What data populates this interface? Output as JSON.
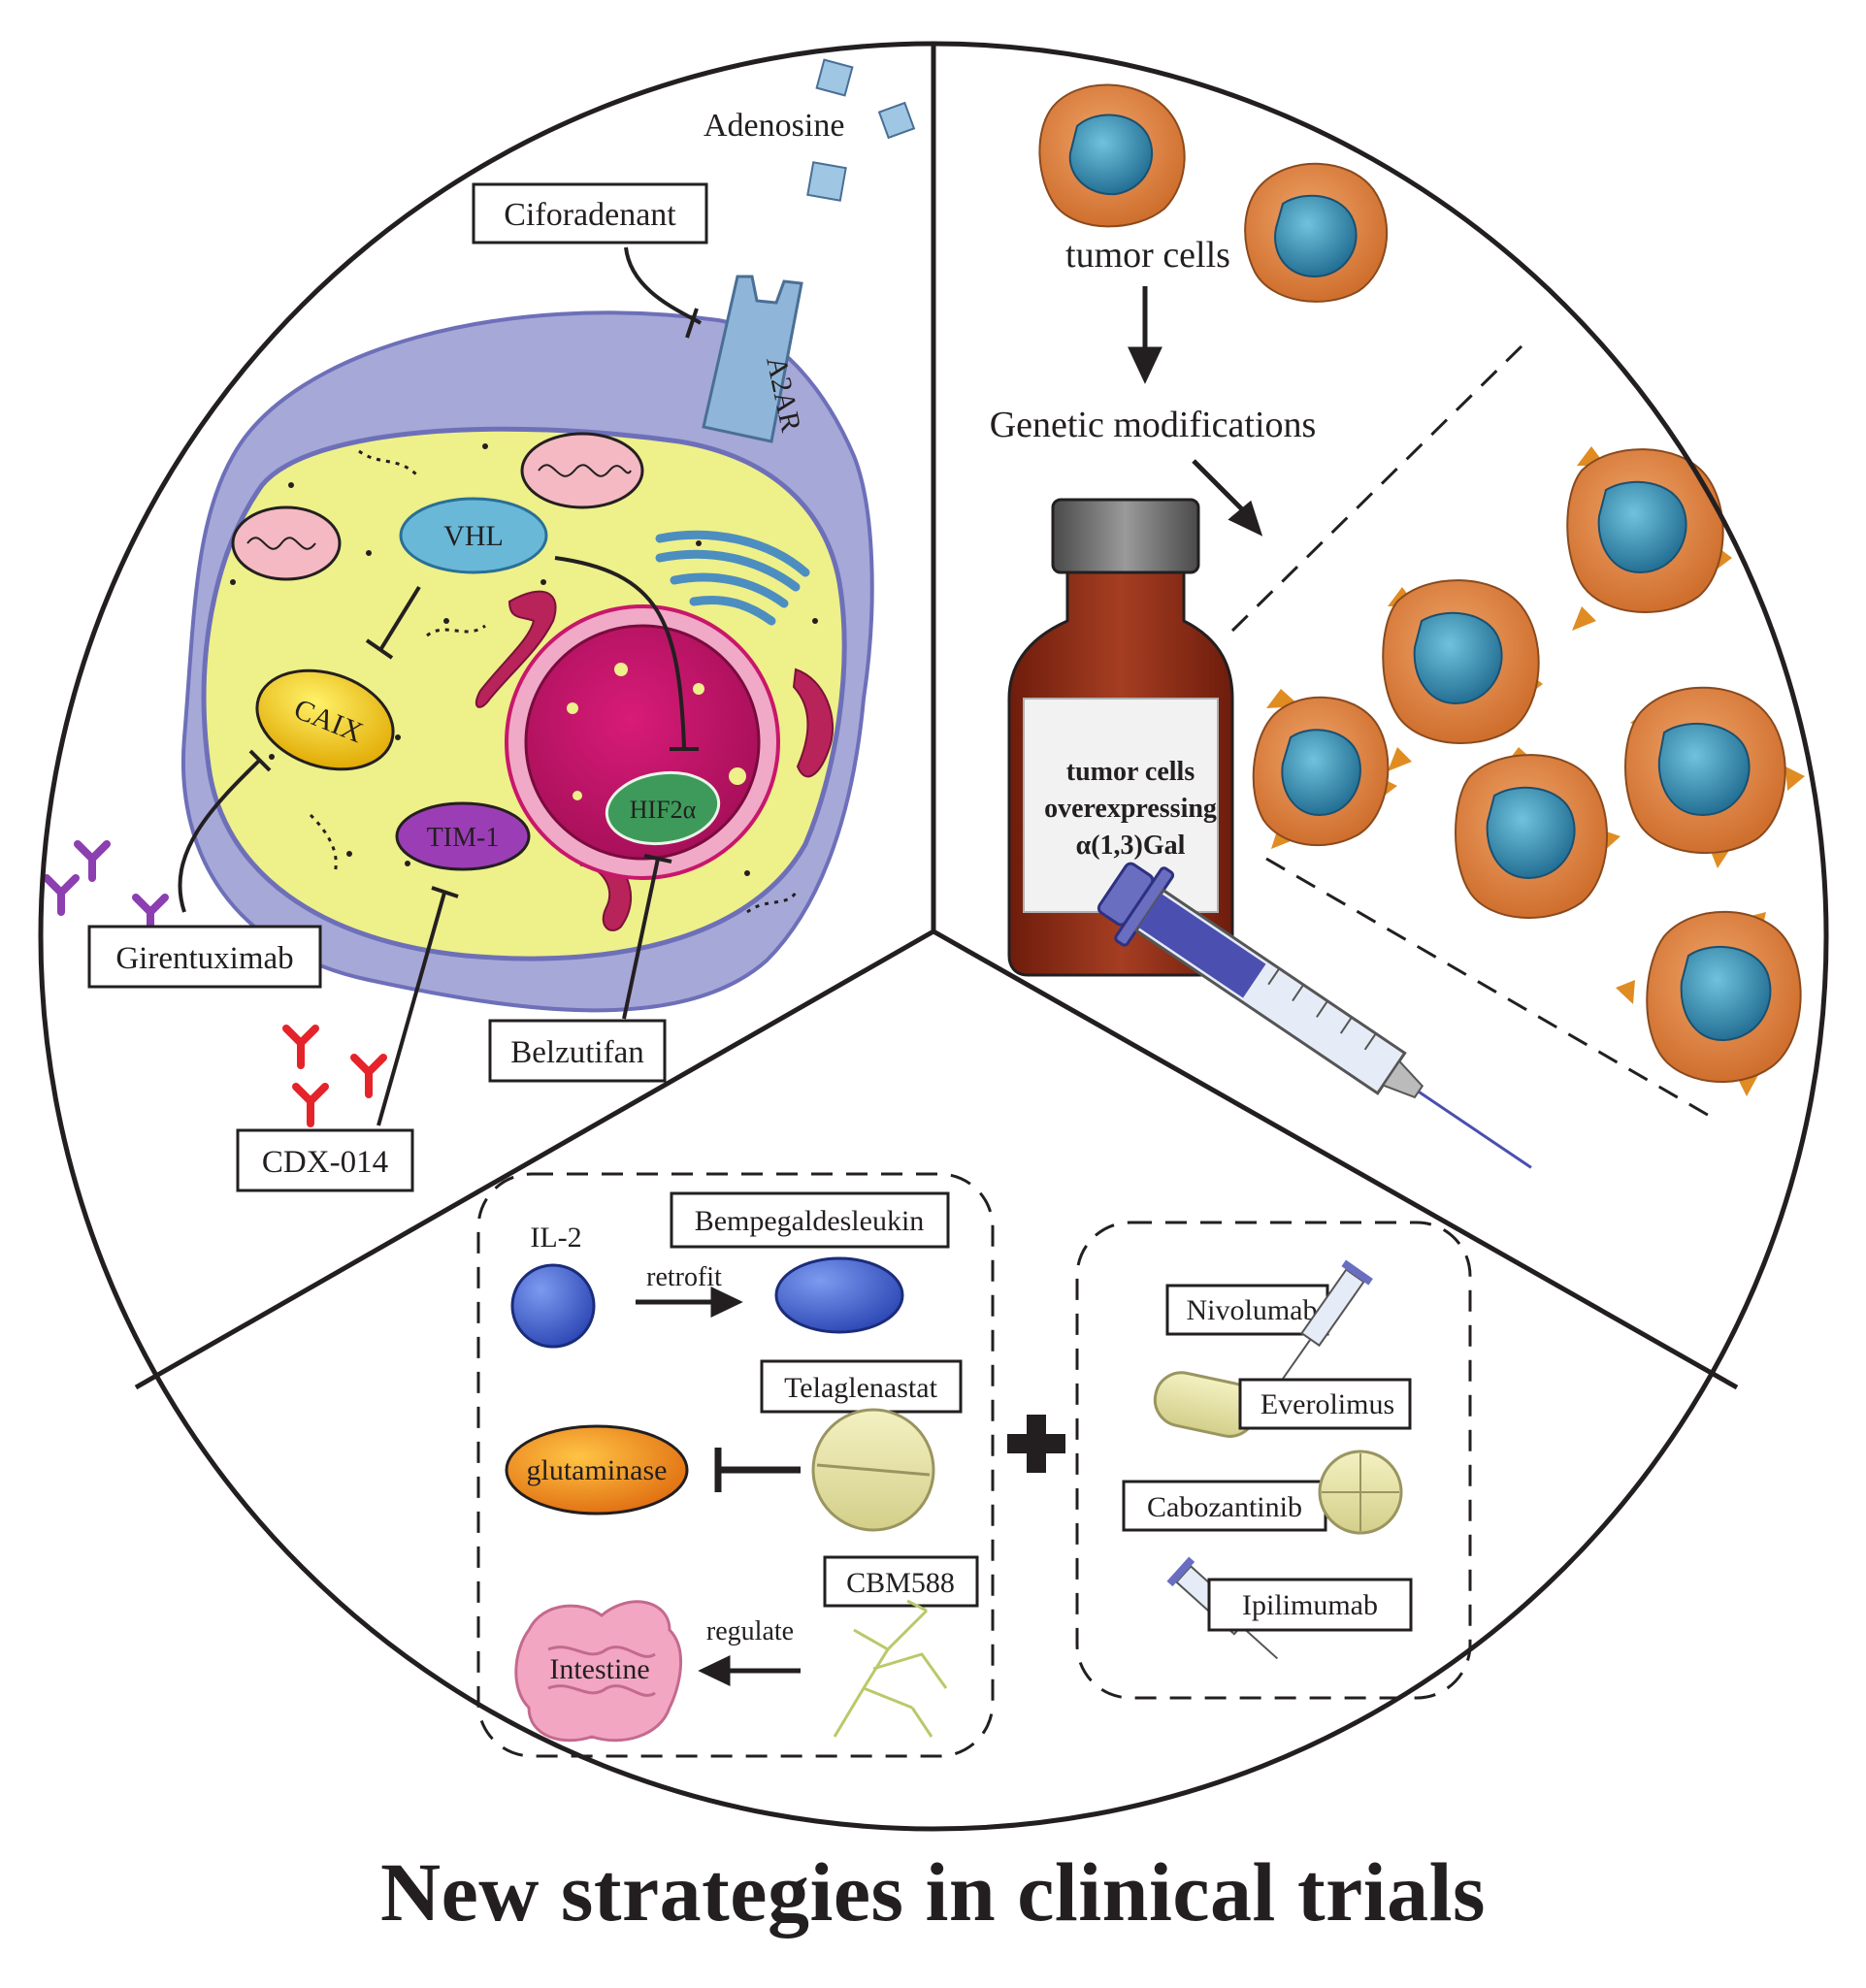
{
  "title": "New strategies in clinical trials",
  "colors": {
    "outline": "#231f20",
    "cytoplasm": "#eef08a",
    "membrane": "#a6a8d8",
    "nucleus": "#c8176b",
    "tumor_cell": "#e38a4a",
    "tumor_nucleus": "#3d8cae",
    "vial": "#8a2a14",
    "antibody_purple": "#8b3fb0",
    "antibody_red": "#e5232b"
  },
  "left_panel": {
    "adenosine": "Adenosine",
    "ciforadenant": "Ciforadenant",
    "a2ar": "A2AR",
    "vhl": "VHL",
    "caix": "CAIX",
    "tim1": "TIM-1",
    "hif2a": "HIF2α",
    "girentuximab": "Girentuximab",
    "cdx014": "CDX-014",
    "belzutifan": "Belzutifan"
  },
  "right_panel": {
    "tumor_cells": "tumor cells",
    "genetic_modifications": "Genetic modifications",
    "vial_label": [
      "tumor cells",
      "overexpressing",
      "α(1,3)Gal"
    ]
  },
  "bottom_panel": {
    "il2": "IL-2",
    "retrofit": "retrofit",
    "bempegaldesleukin": "Bempegaldesleukin",
    "telaglenastat": "Telaglenastat",
    "glutaminase": "glutaminase",
    "cbm588": "CBM588",
    "regulate": "regulate",
    "intestine": "Intestine",
    "nivolumab": "Nivolumab",
    "everolimus": "Everolimus",
    "cabozantinib": "Cabozantinib",
    "ipilimumab": "Ipilimumab"
  }
}
